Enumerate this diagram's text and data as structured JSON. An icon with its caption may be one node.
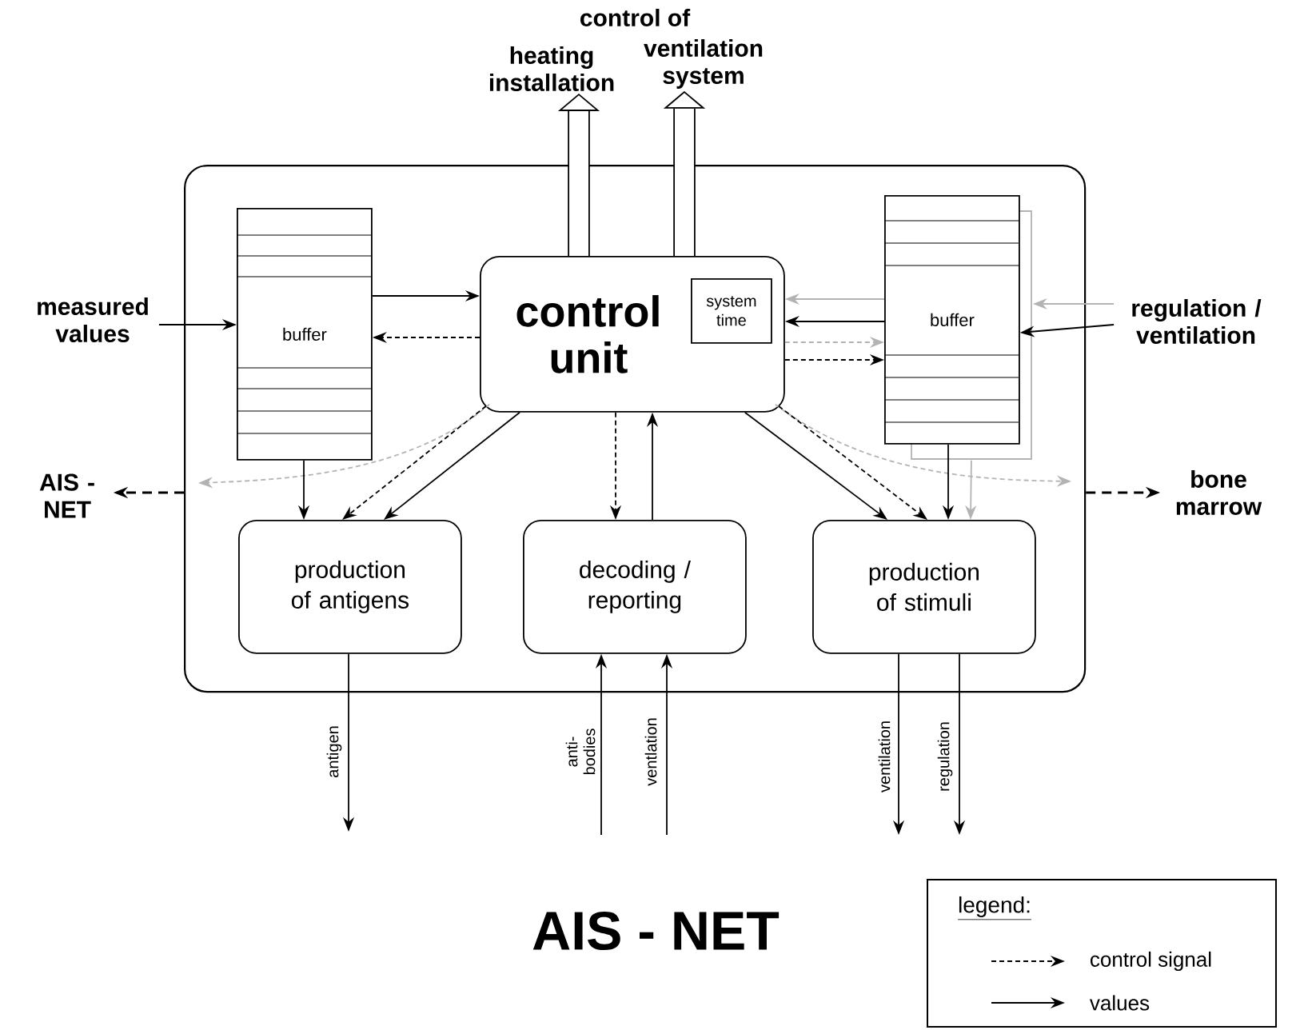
{
  "diagram": {
    "caption": "AIS - NET",
    "nodes": [
      {
        "text": [],
        "shape": "box"
      },
      {
        "text": [
          "buffer"
        ],
        "in": 0
      },
      {
        "text": [
          "control unit"
        ],
        "in": 0
      },
      {
        "text": [
          "system time"
        ],
        "in": 2
      },
      {
        "text": [
          "buffer"
        ],
        "in": 0
      },
      {
        "text": [
          "production of antigens"
        ],
        "in": 0
      },
      {
        "text": [
          "decoding / reporting"
        ],
        "in": 0
      },
      {
        "text": [
          "production of stimuli"
        ],
        "in": 0
      },
      {
        "text": [
          "measured values"
        ]
      },
      {
        "text": [
          "regulation / ventilation"
        ]
      },
      {
        "text": [
          "AIS - NET"
        ]
      },
      {
        "text": [
          "bone marrow"
        ]
      },
      {
        "text": [
          "heating installation"
        ]
      },
      {
        "text": [
          "ventilation system"
        ]
      }
    ],
    "edges": [
      {
        "from": 8,
        "to": 1,
        "arrow": "to"
      },
      {
        "from": 1,
        "to": 2,
        "arrow": "to"
      },
      {
        "from": 2,
        "to": 1,
        "arrow": "to",
        "style": "dashed"
      },
      {
        "from": 2,
        "to": 12,
        "arrow": "to",
        "style": "thick"
      },
      {
        "from": 2,
        "to": 13,
        "arrow": "to",
        "style": "thick"
      },
      {
        "from": 4,
        "to": 2,
        "arrow": "to"
      },
      {
        "from": 2,
        "to": 4,
        "arrow": "to",
        "style": "dashed"
      },
      {
        "from": 9,
        "to": 4,
        "arrow": "to"
      },
      {
        "from": 9,
        "to": 4,
        "arrow": "to",
        "color": "#b3b3b3"
      },
      {
        "from": 4,
        "to": 2,
        "arrow": "to",
        "color": "#b3b3b3"
      },
      {
        "from": 2,
        "to": 4,
        "arrow": "to",
        "style": "dashed",
        "color": "#b3b3b3"
      },
      {
        "from": 2,
        "to": null,
        "arrow": "to",
        "style": "dashed",
        "color": "#b3b3b3"
      },
      {
        "from": 2,
        "to": null,
        "arrow": "to",
        "style": "dashed",
        "color": "#b3b3b3"
      },
      {
        "from": 0,
        "to": 10,
        "arrow": "to",
        "style": "dashed"
      },
      {
        "from": 0,
        "to": 11,
        "arrow": "to",
        "style": "dashed"
      },
      {
        "from": 1,
        "to": 5,
        "arrow": "to"
      },
      {
        "from": 2,
        "to": 5,
        "arrow": "to",
        "style": "dashed"
      },
      {
        "from": 2,
        "to": 5,
        "arrow": "to"
      },
      {
        "from": 2,
        "to": 6,
        "arrow": "to",
        "style": "dashed"
      },
      {
        "from": 6,
        "to": 2,
        "arrow": "to"
      },
      {
        "from": 2,
        "to": 7,
        "arrow": "to"
      },
      {
        "from": 2,
        "to": 7,
        "arrow": "to",
        "style": "dashed"
      },
      {
        "from": 4,
        "to": 7,
        "arrow": "to"
      },
      {
        "from": 4,
        "to": 7,
        "arrow": "to",
        "color": "#b3b3b3"
      },
      {
        "from": 5,
        "to": null,
        "arrow": "to",
        "label": "antigen"
      },
      {
        "from": null,
        "to": 6,
        "arrow": "to",
        "label": "anti- bodies"
      },
      {
        "from": null,
        "to": 6,
        "arrow": "to",
        "label": "ventlation"
      },
      {
        "from": 7,
        "to": null,
        "arrow": "to",
        "label": "ventilation"
      },
      {
        "from": 7,
        "to": null,
        "arrow": "to",
        "label": "regulation"
      }
    ],
    "labels": [
      "control of",
      "legend:"
    ],
    "legend": [
      {
        "text": "control signal"
      },
      {
        "text": "values"
      }
    ]
  }
}
